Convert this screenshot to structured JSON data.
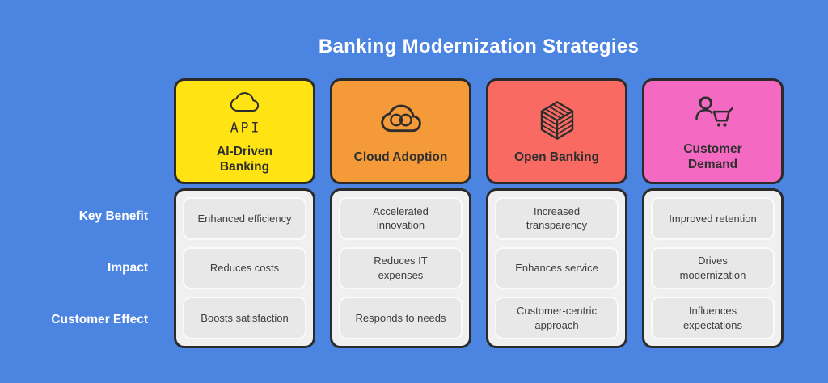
{
  "title": "Banking Modernization Strategies",
  "colors": {
    "background": "#4C84E2",
    "card_border": "#2B2B2B",
    "body_bg": "#F0F0F0",
    "cell_bg": "#E8E8E8",
    "yellow": "#FFE312",
    "orange": "#F59A38",
    "coral": "#F96B62",
    "pink": "#F46AC3",
    "icon_stroke": "#2D2D2D"
  },
  "row_labels": [
    "Key Benefit",
    "Impact",
    "Customer Effect"
  ],
  "columns": [
    {
      "title": "AI-Driven\nBanking",
      "icon": "api-cloud-icon",
      "icon_label": "API",
      "header_color": "#FFE312",
      "cells": [
        "Enhanced efficiency",
        "Reduces costs",
        "Boosts satisfaction"
      ]
    },
    {
      "title": "Cloud Adoption",
      "icon": "cloud-loop-icon",
      "header_color": "#F59A38",
      "cells": [
        "Accelerated\ninnovation",
        "Reduces IT\nexpenses",
        "Responds to needs"
      ]
    },
    {
      "title": "Open Banking",
      "icon": "striped-cube-icon",
      "header_color": "#F96B62",
      "cells": [
        "Increased\ntransparency",
        "Enhances service",
        "Customer-centric\napproach"
      ]
    },
    {
      "title": "Customer\nDemand",
      "icon": "person-cart-icon",
      "header_color": "#F46AC3",
      "cells": [
        "Improved retention",
        "Drives\nmodernization",
        "Influences\nexpectations"
      ]
    }
  ]
}
